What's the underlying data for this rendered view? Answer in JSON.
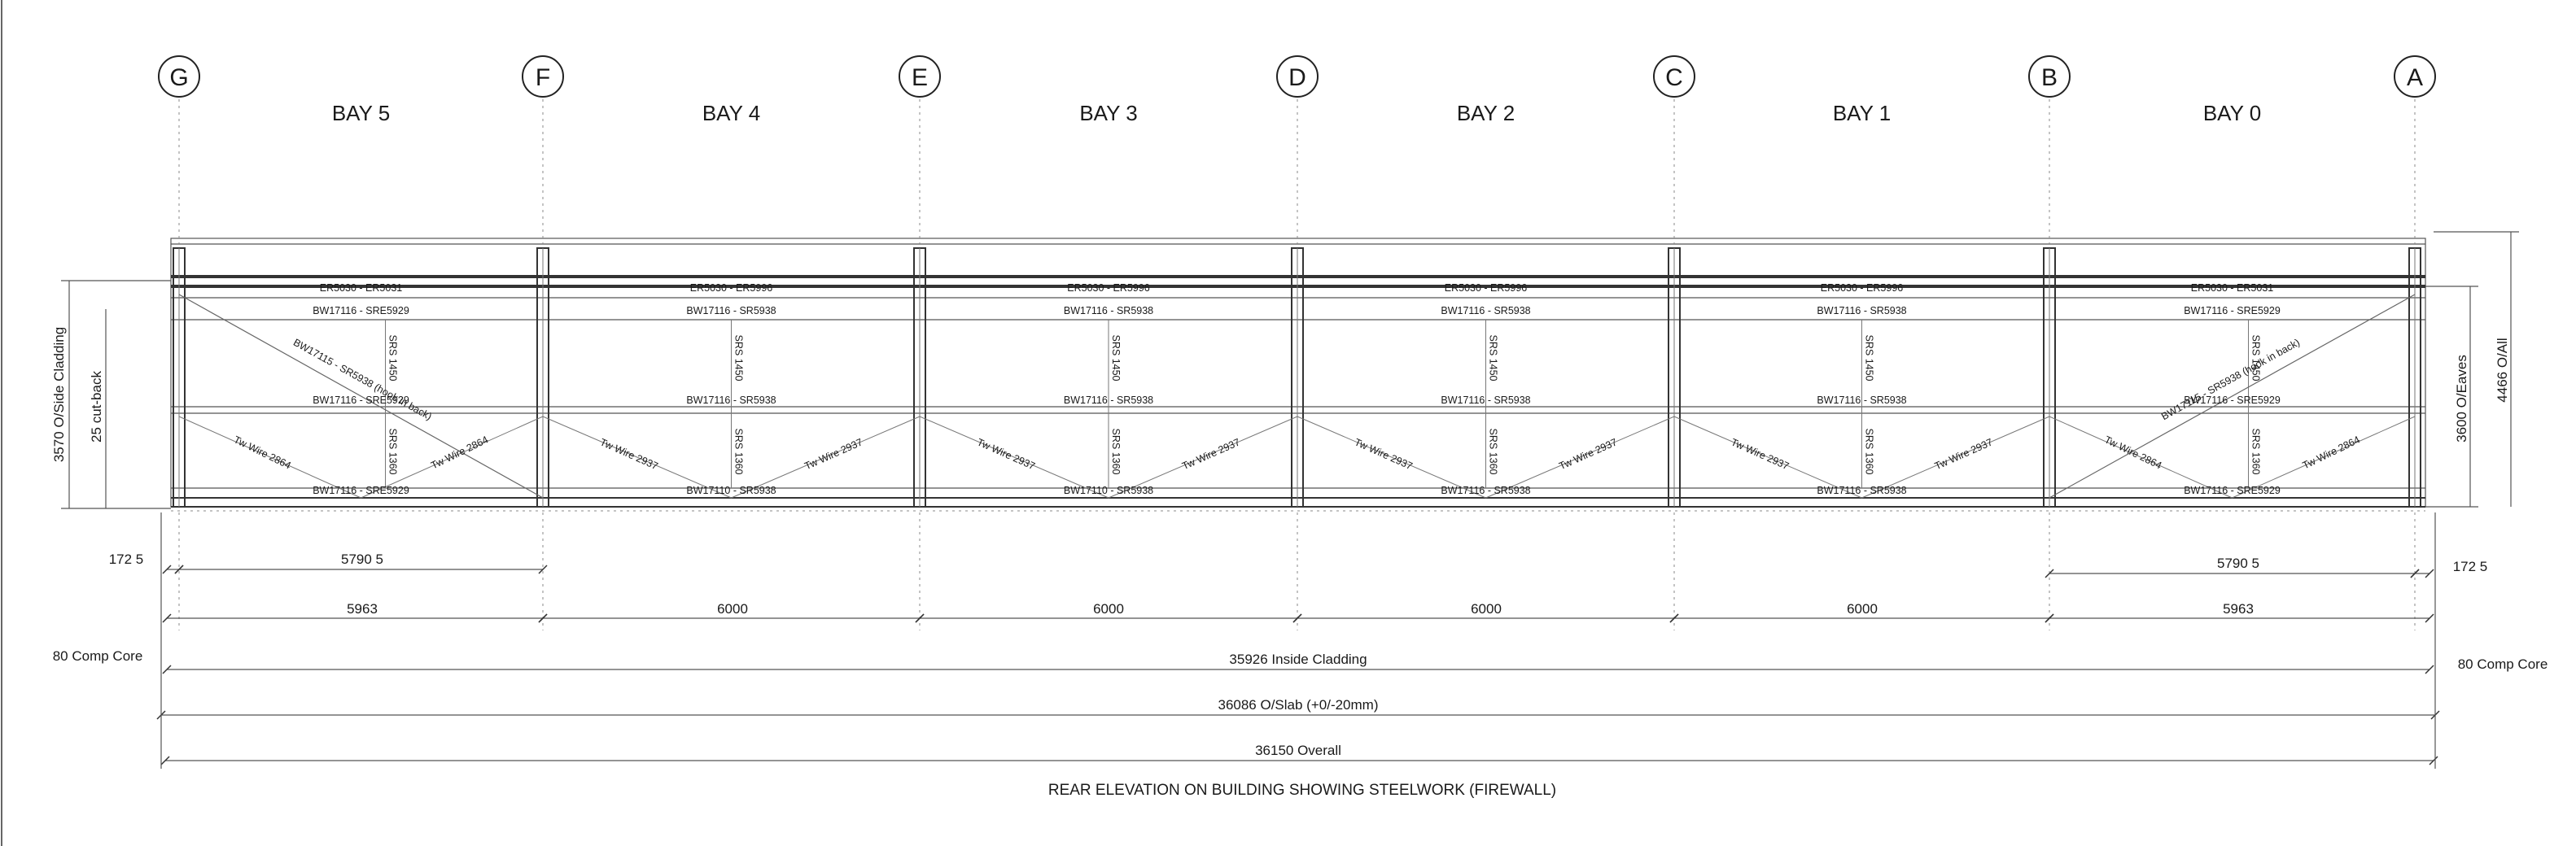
{
  "grid": [
    {
      "letter": "G",
      "bay": "BAY 5"
    },
    {
      "letter": "F",
      "bay": "BAY 4"
    },
    {
      "letter": "E",
      "bay": "BAY 3"
    },
    {
      "letter": "D",
      "bay": "BAY 2"
    },
    {
      "letter": "C",
      "bay": "BAY 1"
    },
    {
      "letter": "B",
      "bay": "BAY 0"
    },
    {
      "letter": "A",
      "bay": ""
    }
  ],
  "eaves_members": [
    "ER5030 - ER5031",
    "ER5030 - ER5996",
    "ER5030 - ER5996",
    "ER5030 - ER5996",
    "ER5030 - ER5996",
    "ER5030 - ER5031"
  ],
  "rails": {
    "top": [
      "BW17116 - SRE5929",
      "BW17116 - SR5938",
      "BW17116 - SR5938",
      "BW17116 - SR5938",
      "BW17116 - SR5938",
      "BW17116 - SRE5929"
    ],
    "middle": [
      "BW17116 - SRE5929",
      "BW17116 - SR5938",
      "BW17116 - SR5938",
      "BW17116 - SR5938",
      "BW17116 - SR5938",
      "BW17116 - SRE5929"
    ],
    "bottom": [
      "BW17116 - SRE5929",
      "BW17110 - SR5938",
      "BW17110 - SR5938",
      "BW17116 - SR5938",
      "BW17116 - SR5938",
      "BW17116 - SRE5929"
    ]
  },
  "sag_rod_upper": "SRS 1450",
  "sag_rod_lower": "SRS 1360",
  "tie_wire_end": "Tw Wire 2864",
  "tie_wire_mid": "Tw Wire 2937",
  "end_bay_brace": "BW17115 - SR5938 (hook in back)",
  "dimensions": {
    "left_vertical_1": "3570 O/Side Cladding",
    "left_vertical_2": "25 cut-back",
    "right_vertical_1": "3600 O/Eaves",
    "right_vertical_2": "4466 O/All",
    "end_offset_left": "172 5",
    "end_offset_right": "172 5",
    "end_span_left": "5790 5",
    "end_span_right": "5790 5",
    "bay_widths": [
      "5963",
      "6000",
      "6000",
      "6000",
      "6000",
      "5963"
    ],
    "comp_core_left": "80 Comp Core",
    "comp_core_right": "80 Comp Core",
    "inside_cladding": "35926 Inside Cladding",
    "slab": "36086 O/Slab (+0/-20mm)",
    "overall": "36150 Overall"
  },
  "caption": "REAR ELEVATION ON BUILDING SHOWING STEELWORK (FIREWALL)"
}
